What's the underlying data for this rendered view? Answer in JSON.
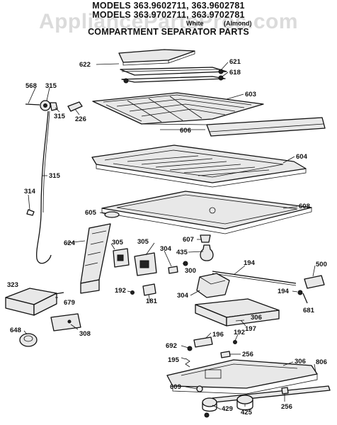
{
  "header": {
    "line1": "MODELS 363.9602711, 363.9602781",
    "line2": "MODELS 363.9702711, 363.9702781",
    "line3": "COMPARTMENT SEPARATOR PARTS",
    "sub_left": "White",
    "sub_right": "(Almond)"
  },
  "watermark": "AppliancePartsPros.com",
  "parts": {
    "p622": "622",
    "p621": "621",
    "p618": "618",
    "p603": "603",
    "p568": "568",
    "p315a": "315",
    "p315b": "315",
    "p226": "226",
    "p606": "606",
    "p604": "604",
    "p315c": "315",
    "p314": "314",
    "p608": "608",
    "p605": "605",
    "p607": "607",
    "p624": "624",
    "p305a": "305",
    "p305b": "305",
    "p304a": "304",
    "p435": "435",
    "p300": "300",
    "p194a": "194",
    "p500": "500",
    "p323": "323",
    "p679": "679",
    "p192a": "192",
    "p181": "181",
    "p304b": "304",
    "p194b": "194",
    "p681": "681",
    "p306a": "306",
    "p197": "197",
    "p648": "648",
    "p308": "308",
    "p196": "196",
    "p192b": "192",
    "p692": "692",
    "p256a": "256",
    "p195": "195",
    "p306b": "306",
    "p806": "806",
    "p609": "609",
    "p429": "429",
    "p425": "425",
    "p256b": "256"
  }
}
